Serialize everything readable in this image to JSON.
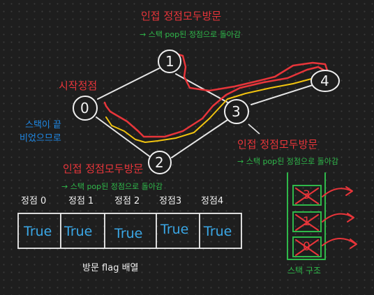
{
  "nodes": [
    "0",
    "1",
    "2",
    "3",
    "4"
  ],
  "annotations": {
    "start_vertex": "시작정점",
    "visited_all_top": "인접 정점모두방문",
    "pop_back_top": "→ 스택 pop된 정점으로 돌아감",
    "stack_empty_line1": "스택이 끝",
    "stack_empty_line2": "비었으므로",
    "visited_all_mid": "인접 정점모두방문",
    "pop_back_mid": "→ 스택 pop된 정점으로 돌아감",
    "visited_all_right": "인접 정점모두방문",
    "pop_back_right": "→ 스택 pop된 정점으로 돌아감"
  },
  "visited_array": {
    "headers": [
      "정점 0",
      "정점 1",
      "정점 2",
      "정점3",
      "정점4"
    ],
    "values": [
      "True",
      "True",
      "True",
      "True",
      "True"
    ],
    "caption": "방문 flag 배열"
  },
  "stack": {
    "items": [
      "3",
      "1",
      "0"
    ],
    "label": "스택 구조"
  },
  "colors": {
    "background": "#1e1e1e",
    "red": "#e8353a",
    "green": "#2fb84a",
    "blue": "#1e88e5",
    "yellow": "#f2c40f",
    "white": "#f0f0f0"
  }
}
